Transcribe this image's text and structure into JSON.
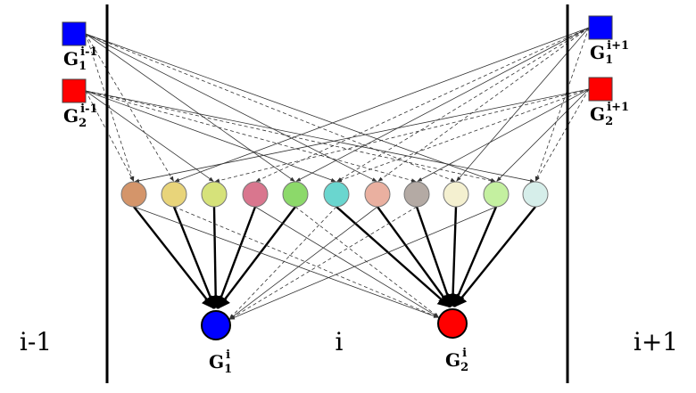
{
  "regions": {
    "left": "i-1",
    "center": "i",
    "right": "i+1"
  },
  "context_nodes": [
    {
      "id": "g1_prev",
      "base": "G",
      "sub": "1",
      "sup": "i-1",
      "color": "#0000ff"
    },
    {
      "id": "g2_prev",
      "base": "G",
      "sub": "2",
      "sup": "i-1",
      "color": "#ff0000"
    },
    {
      "id": "g1_next",
      "base": "G",
      "sub": "1",
      "sup": "i+1",
      "color": "#0000ff"
    },
    {
      "id": "g2_next",
      "base": "G",
      "sub": "2",
      "sup": "i+1",
      "color": "#ff0000"
    }
  ],
  "target_nodes": [
    {
      "id": "g1",
      "base": "G",
      "sub": "1",
      "sup": "i",
      "color": "#0000ff"
    },
    {
      "id": "g2",
      "base": "G",
      "sub": "2",
      "sup": "i",
      "color": "#ff0000"
    }
  ],
  "feature_nodes": [
    {
      "color": "#d4956a"
    },
    {
      "color": "#e8d47a"
    },
    {
      "color": "#d6e27a"
    },
    {
      "color": "#d9768e"
    },
    {
      "color": "#8cd96a"
    },
    {
      "color": "#6ad6cf"
    },
    {
      "color": "#eab0a0"
    },
    {
      "color": "#b4aaa4"
    },
    {
      "color": "#f4f0d0"
    },
    {
      "color": "#c4f0a0"
    },
    {
      "color": "#d6eeea"
    }
  ],
  "colors": {
    "divider": "#000000",
    "edge": "#333333"
  }
}
